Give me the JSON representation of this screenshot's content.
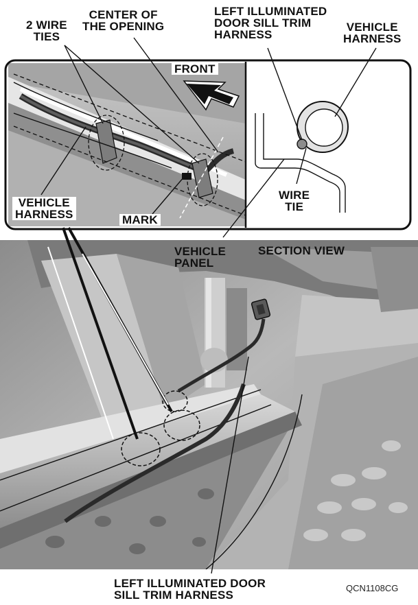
{
  "labels": {
    "wire_ties": [
      "2 WIRE",
      "TIES"
    ],
    "center_opening": [
      "CENTER OF",
      "THE OPENING"
    ],
    "left_harness_top": [
      "LEFT ILLUMINATED",
      "DOOR SILL TRIM",
      "HARNESS"
    ],
    "vehicle_harness_right": [
      "VEHICLE",
      "HARNESS"
    ],
    "front": "FRONT",
    "vehicle_harness_left": [
      "VEHICLE",
      "HARNESS"
    ],
    "mark": "MARK",
    "wire_tie": [
      "WIRE",
      "TIE"
    ],
    "vehicle_panel": [
      "VEHICLE",
      "PANEL"
    ],
    "section_view": "SECTION VIEW",
    "left_harness_bottom": [
      "LEFT ILLUMINATED DOOR",
      "SILL TRIM HARNESS"
    ],
    "figure_code": "QCN1108CG"
  },
  "colors": {
    "line": "#111111",
    "photo_dark": "#6e6e6e",
    "photo_mid": "#a9a9a9",
    "photo_light": "#d8d8d8",
    "tie_fill": "#8a8a8a"
  }
}
